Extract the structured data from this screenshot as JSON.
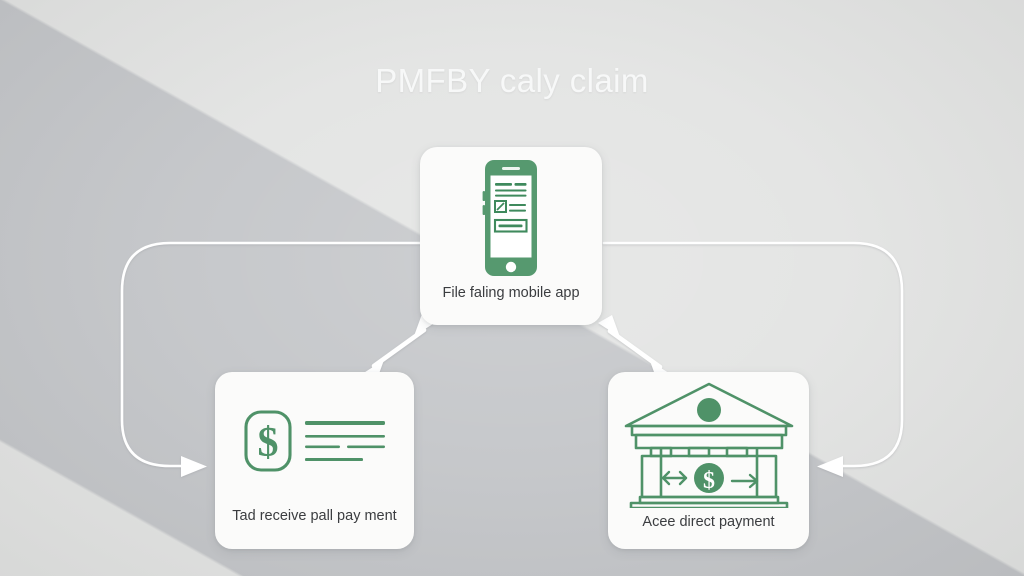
{
  "page": {
    "title": "PMFBY caly claim",
    "title_color": "#f7f8f8",
    "background_light": "#e3e4e3",
    "background_dark": "#c4c6c9",
    "accent_green": "#4f9268",
    "phone_green": "#56996f",
    "card_background": "#fbfbfa",
    "label_color": "#3b3d40",
    "connector_color": "#ffffff"
  },
  "nodes": [
    {
      "id": "file-claim-mobile-app",
      "label": "File faling mobile app",
      "icon": "smartphone-form-icon",
      "position": "top-center"
    },
    {
      "id": "receive-payment",
      "label": "Tad receive pall pay ment",
      "icon": "money-check-icon",
      "position": "bottom-left"
    },
    {
      "id": "direct-payment",
      "label": "Acee direct payment",
      "icon": "bank-building-icon",
      "position": "bottom-right"
    }
  ],
  "connectors": [
    {
      "id": "top-to-left-arrow",
      "type": "double-arrow",
      "from": "file-claim-mobile-app",
      "to": "receive-payment"
    },
    {
      "id": "top-to-right-arrow",
      "type": "double-arrow",
      "from": "file-claim-mobile-app",
      "to": "direct-payment"
    },
    {
      "id": "left-to-right-line",
      "type": "line",
      "from": "receive-payment",
      "to": "direct-payment"
    },
    {
      "id": "loop-left-curve",
      "type": "curved-arrow",
      "from": "file-claim-mobile-app",
      "to": "receive-payment"
    },
    {
      "id": "loop-right-curve",
      "type": "curved-arrow",
      "from": "file-claim-mobile-app",
      "to": "direct-payment"
    }
  ]
}
